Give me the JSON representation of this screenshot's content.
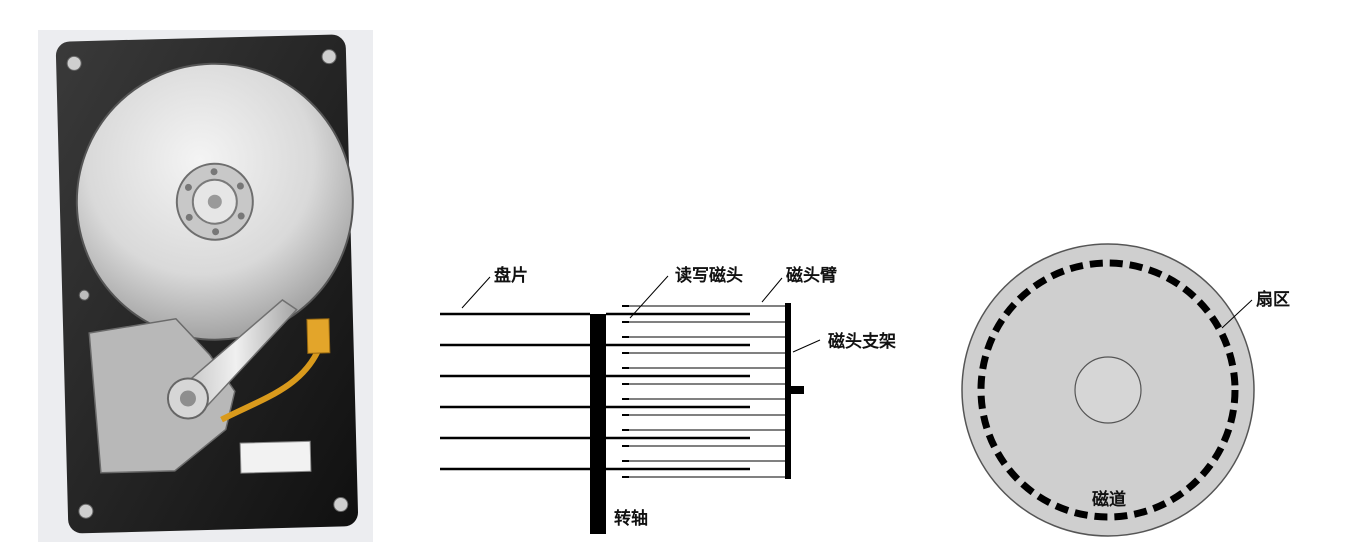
{
  "figure": {
    "photo": {
      "subject": "hard-disk-drive-photo"
    },
    "side_view": {
      "labels": {
        "platter": "盘片",
        "rw_head": "读写磁头",
        "head_arm": "磁头臂",
        "head_bracket": "磁头支架",
        "spindle": "转轴"
      },
      "platter_count": 6
    },
    "top_view": {
      "labels": {
        "sector": "扇区",
        "track": "磁道"
      }
    }
  }
}
